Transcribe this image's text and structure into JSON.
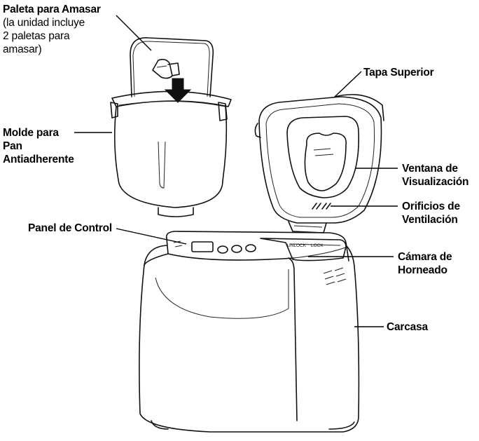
{
  "labels": {
    "kneading_paddle": {
      "title": "Paleta para Amasar",
      "note": [
        "(la unidad incluye",
        "2 paletas para",
        "amasar)"
      ]
    },
    "top_lid": [
      "Tapa Superior"
    ],
    "bread_pan": [
      "Molde para",
      "Pan",
      "Antiadherente"
    ],
    "viewing_window": [
      "Ventana de",
      "Visualización"
    ],
    "vent_holes": [
      "Orificios de",
      "Ventilación"
    ],
    "control_panel": [
      "Panel de Control"
    ],
    "baking_chamber": [
      "Cámara de",
      "Horneado"
    ],
    "housing": [
      "Carcasa"
    ]
  },
  "lock_markings": {
    "unlock": "UNLOCK",
    "lock": "LOCK"
  },
  "colors": {
    "line": "#111111",
    "background": "#ffffff"
  },
  "icons": [
    "down-arrow-icon",
    "kneading-paddle-icon"
  ]
}
